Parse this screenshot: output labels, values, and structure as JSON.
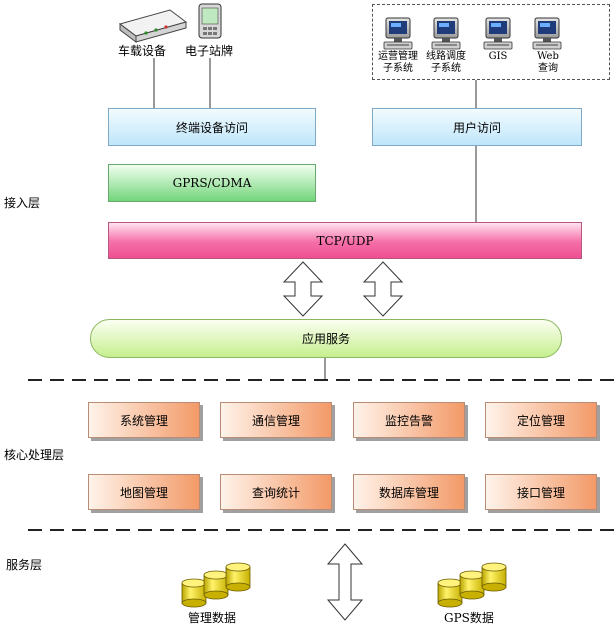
{
  "devices": {
    "vehicle_label": "车载设备",
    "station_label": "电子站牌"
  },
  "user_terminals": [
    {
      "line1": "运营管理",
      "line2": "子系统"
    },
    {
      "line1": "线路调度",
      "line2": "子系统"
    },
    {
      "line1": "GIS",
      "line2": ""
    },
    {
      "line1": "Web",
      "line2": "查询"
    }
  ],
  "access": {
    "layer_label": "接入层",
    "terminal_access": "终端设备访问",
    "user_access": "用户访问",
    "gprs": "GPRS/CDMA",
    "tcp": "TCP/UDP"
  },
  "app_service": "应用服务",
  "core": {
    "layer_label": "核心处理层",
    "row1": [
      "系统管理",
      "通信管理",
      "监控告警",
      "定位管理"
    ],
    "row2": [
      "地图管理",
      "查询统计",
      "数据库管理",
      "接口管理"
    ]
  },
  "service": {
    "layer_label": "服务层",
    "db1": "管理数据",
    "db2": "GPS数据"
  },
  "colors": {
    "blue_box": "#bfe6fb",
    "green_box": "#72d57a",
    "pink_bar": "#ee4f92",
    "app_pill": "#c6ef8e",
    "orange_box": "#f39a68",
    "db_yellow": "#f5e11a"
  }
}
